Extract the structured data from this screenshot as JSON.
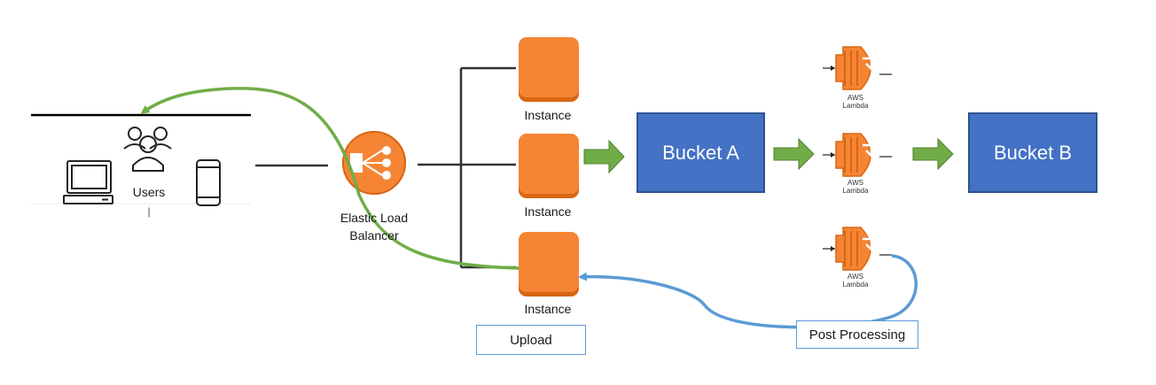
{
  "users": {
    "label": "Users",
    "cursor": "|"
  },
  "elb": {
    "line1": "Elastic Load",
    "line2": "Balancer"
  },
  "instances": [
    {
      "label": "Instance"
    },
    {
      "label": "Instance"
    },
    {
      "label": "Instance"
    }
  ],
  "buckets": {
    "a": "Bucket A",
    "b": "Bucket B"
  },
  "lambdas": [
    {
      "line1": "AWS",
      "line2": "Lambda"
    },
    {
      "line1": "AWS",
      "line2": "Lambda"
    },
    {
      "line1": "AWS",
      "line2": "Lambda"
    }
  ],
  "notes": {
    "upload": "Upload",
    "post_processing": "Post Processing"
  },
  "colors": {
    "aws_orange": "#f58534",
    "aws_orange_dark": "#d86613",
    "bucket_blue": "#4472c4",
    "green_arrow": "#70ad47",
    "blue_arrow": "#5b9bd5"
  },
  "icons": [
    "users-icon",
    "laptop-icon",
    "phone-icon",
    "elb-icon",
    "instance-icon",
    "lambda-icon"
  ]
}
